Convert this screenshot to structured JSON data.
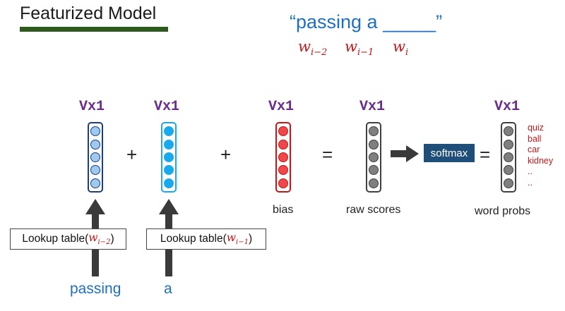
{
  "title": "Featurized Model",
  "phrase": "“passing a _____”",
  "context_words": [
    {
      "base": "w",
      "sub": "i−2"
    },
    {
      "base": "w",
      "sub": "i−1"
    },
    {
      "base": "w",
      "sub": "i"
    }
  ],
  "vectors": [
    {
      "dim": "Vx1",
      "caption": "",
      "fill": "#9ec9f0",
      "border": "#1f3f7a"
    },
    {
      "dim": "Vx1",
      "caption": "",
      "fill": "#19a9ec",
      "border": "#19a9ec"
    },
    {
      "dim": "Vx1",
      "caption": "bias",
      "fill": "#f0474b",
      "border": "#c0191c"
    },
    {
      "dim": "Vx1",
      "caption": "raw scores",
      "fill": "#7f7f7f",
      "border": "#404040"
    },
    {
      "dim": "Vx1",
      "caption": "word probs",
      "fill": "#7f7f7f",
      "border": "#404040"
    }
  ],
  "operators": {
    "plus1": "+",
    "plus2": "+",
    "eq1": "=",
    "eq2": "="
  },
  "softmax_label": "softmax",
  "lookups": [
    {
      "label": "Lookup table(",
      "w": "w",
      "sub": "i−2",
      "close": ")"
    },
    {
      "label": "Lookup table(",
      "w": "w",
      "sub": "i−1",
      "close": ")"
    }
  ],
  "input_words": [
    "passing",
    "a"
  ],
  "vocab": [
    "quiz",
    "ball",
    "car",
    "kidney",
    "..",
    ".."
  ],
  "colors": {
    "title_bar": "#2f5a1f",
    "accent_blue": "#1f6fc1",
    "accent_red": "#c0191c",
    "dim_purple": "#6a2c8c",
    "softmax_box": "#1f4e79"
  }
}
